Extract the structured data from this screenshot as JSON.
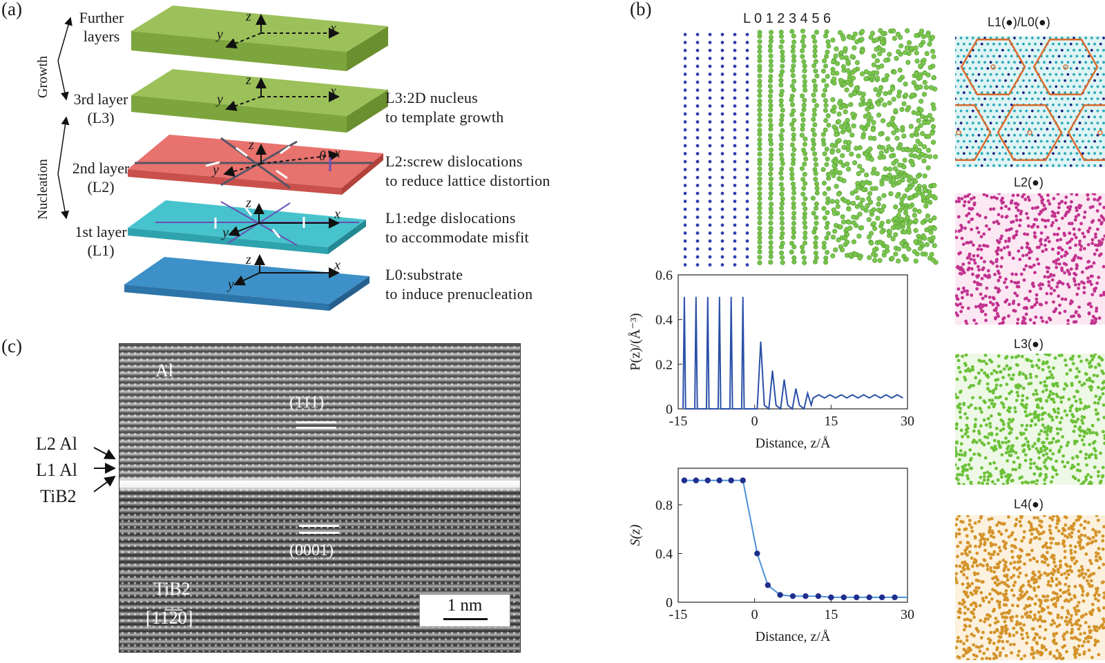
{
  "panel_labels": {
    "a": "(a)",
    "b": "(b)",
    "c": "(c)"
  },
  "panel_a": {
    "axes": {
      "x": "x",
      "y": "y",
      "z": "z",
      "theta": "θ"
    },
    "growth_label": "Growth",
    "nucleation_label": "Nucleation",
    "left_labels": {
      "further_1": "Further",
      "further_2": "layers",
      "l3_1": "3rd layer",
      "l3_2": "(L3)",
      "l2_1": "2nd layer",
      "l2_2": "(L2)",
      "l1_1": "1st layer",
      "l1_2": "(L1)"
    },
    "captions": [
      {
        "line1": "L3:2D nucleus",
        "line2": "to template growth"
      },
      {
        "line1": "L2:screw dislocations",
        "line2": "to reduce lattice distortion"
      },
      {
        "line1": "L1:edge dislocations",
        "line2": "to accommodate misfit"
      },
      {
        "line1": "L0:substrate",
        "line2": "to induce prenucleation"
      }
    ],
    "colors": {
      "L3": "#93b752",
      "L2": "#e86f6a",
      "L1": "#43bfca",
      "L0": "#3a8cc4",
      "further": "#93b752"
    }
  },
  "panel_b": {
    "layer_header": "L 0 1 2 3 4 5 6",
    "map_labels": [
      "L1(●)/L0(●)",
      "L2(●)",
      "L3(●)",
      "L4(●)"
    ],
    "map_colors": {
      "L1": "#2aa9b5",
      "L0": "#1a237e",
      "L2": "#c2328f",
      "L3": "#6cc139",
      "L4": "#d4932a"
    }
  },
  "panel_c": {
    "top_label": "Al",
    "plane_top": "(111)",
    "plane_bottom": "(0001)",
    "bottom_label_1": "TiB2",
    "bottom_label_2": "[11̅2̅0]",
    "scale_bar": "1 nm",
    "arrow_labels": [
      "L2 Al",
      "L1 Al",
      "TiB2"
    ]
  },
  "chart_data": [
    {
      "type": "line",
      "ylabel": "P(z)/(Å⁻³)",
      "xlabel": "Distance, z/Å",
      "xlim": [
        -15,
        30
      ],
      "ylim": [
        0,
        0.6
      ],
      "xticks": [
        -15,
        0,
        15,
        30
      ],
      "yticks": [
        0,
        0.2,
        0.4,
        0.6
      ],
      "series": [
        {
          "peaks_x": [
            -13.8,
            -11.5,
            -9.2,
            -6.9,
            -4.6,
            -2.3,
            1.2,
            3.5,
            5.8,
            8.1,
            10.4
          ],
          "peaks_y": [
            0.5,
            0.5,
            0.5,
            0.5,
            0.5,
            0.5,
            0.3,
            0.17,
            0.13,
            0.09,
            0.07
          ],
          "baseline": 0.055,
          "color": "#2a4fa8"
        }
      ]
    },
    {
      "type": "line",
      "ylabel": "S(z)",
      "xlabel": "Distance, z/Å",
      "xlim": [
        -15,
        30
      ],
      "ylim": [
        0,
        1.1
      ],
      "xticks": [
        -15,
        0,
        15,
        30
      ],
      "yticks": [
        0,
        0.4,
        0.8
      ],
      "series": [
        {
          "x": [
            -13.8,
            -11.5,
            -9.2,
            -6.9,
            -4.6,
            -2.3,
            0.5,
            2.6,
            5,
            7.5,
            10,
            12.5,
            15,
            17.5,
            20,
            22.5,
            25,
            27.5
          ],
          "y": [
            1.0,
            1.0,
            1.0,
            1.0,
            1.0,
            1.0,
            0.4,
            0.14,
            0.06,
            0.05,
            0.05,
            0.05,
            0.04,
            0.04,
            0.04,
            0.04,
            0.04,
            0.04
          ],
          "color": "#1f2d8c",
          "line_color": "#4a90d9"
        }
      ]
    }
  ]
}
